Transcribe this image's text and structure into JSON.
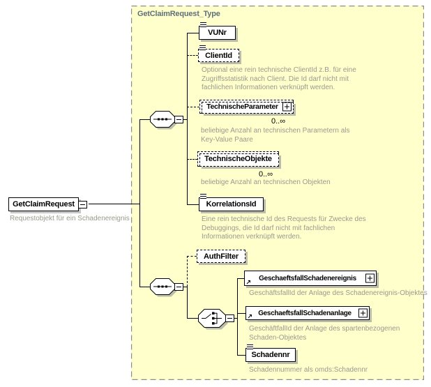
{
  "colors": {
    "container_fill": "#FFFFCC",
    "container_border": "#8C8C8C",
    "box_border": "#000000",
    "box_fill": "#FFFFFF",
    "shadow": "#BCBCAA",
    "title_text": "#5F707C",
    "annotation_text": "#9A9A8E"
  },
  "icons": [
    "sequence-icon",
    "choice-icon",
    "collapse-minus-icon",
    "expand-plus-icon",
    "simple-content-icon",
    "element-reference-icon"
  ],
  "container": {
    "title": "GetClaimRequest_Type"
  },
  "root_element": {
    "label": "GetClaimRequest",
    "annotation": "Requestobjekt für ein Schadenereignis"
  },
  "elements": {
    "vunr": {
      "label": "VUNr"
    },
    "client_id": {
      "label": "ClientId",
      "annotation": "Optional eine rein technische ClientId z.B. für eine\nZugriffsstatistik nach Client. Die Id darf nicht mit\nfachlichen Informationen verknüpft werden."
    },
    "technische_parameter": {
      "label": "TechnischeParameter",
      "occurs": "0..∞",
      "annotation": "beliebige Anzahl an technischen Parametern als\nKey-Value Paare"
    },
    "technische_objekte": {
      "label": "TechnischeObjekte",
      "occurs": "0..∞",
      "annotation": "beliebige Anzahl an technischen Objekten"
    },
    "korrelations_id": {
      "label": "KorrelationsId",
      "annotation": "Eine rein technische Id des Requests für Zwecke des\nDebuggings, die Id darf nicht mit fachlichen\nInformationen verknüpft werden."
    },
    "auth_filter": {
      "label": "AuthFilter"
    },
    "geschaeftsfall_schadenereignis": {
      "label": "GeschaeftsfallSchadenereignis",
      "annotation": "GeschäftsfallId der Anlage des Schadenereignis-Objektes"
    },
    "geschaeftsfall_schadenanlage": {
      "label": "GeschaeftsfallSchadenanlage",
      "annotation": "GeschäftfallId der Anlage des spartenbezogenen\nSchaden-Objektes"
    },
    "schadennr": {
      "label": "Schadennr",
      "annotation": "Schadennummer als omds:Schadennr"
    }
  }
}
